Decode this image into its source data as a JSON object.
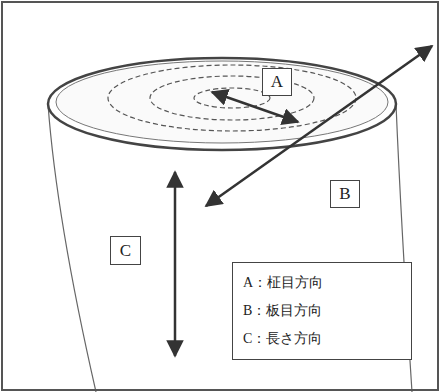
{
  "diagram": {
    "nodes": [
      {
        "text": [
          "A"
        ]
      },
      {
        "text": [
          "B"
        ]
      },
      {
        "text": [
          "C"
        ]
      },
      {
        "text": [
          "A：柾目方向",
          "B：板目方向",
          "C：長さ方向"
        ]
      }
    ]
  }
}
